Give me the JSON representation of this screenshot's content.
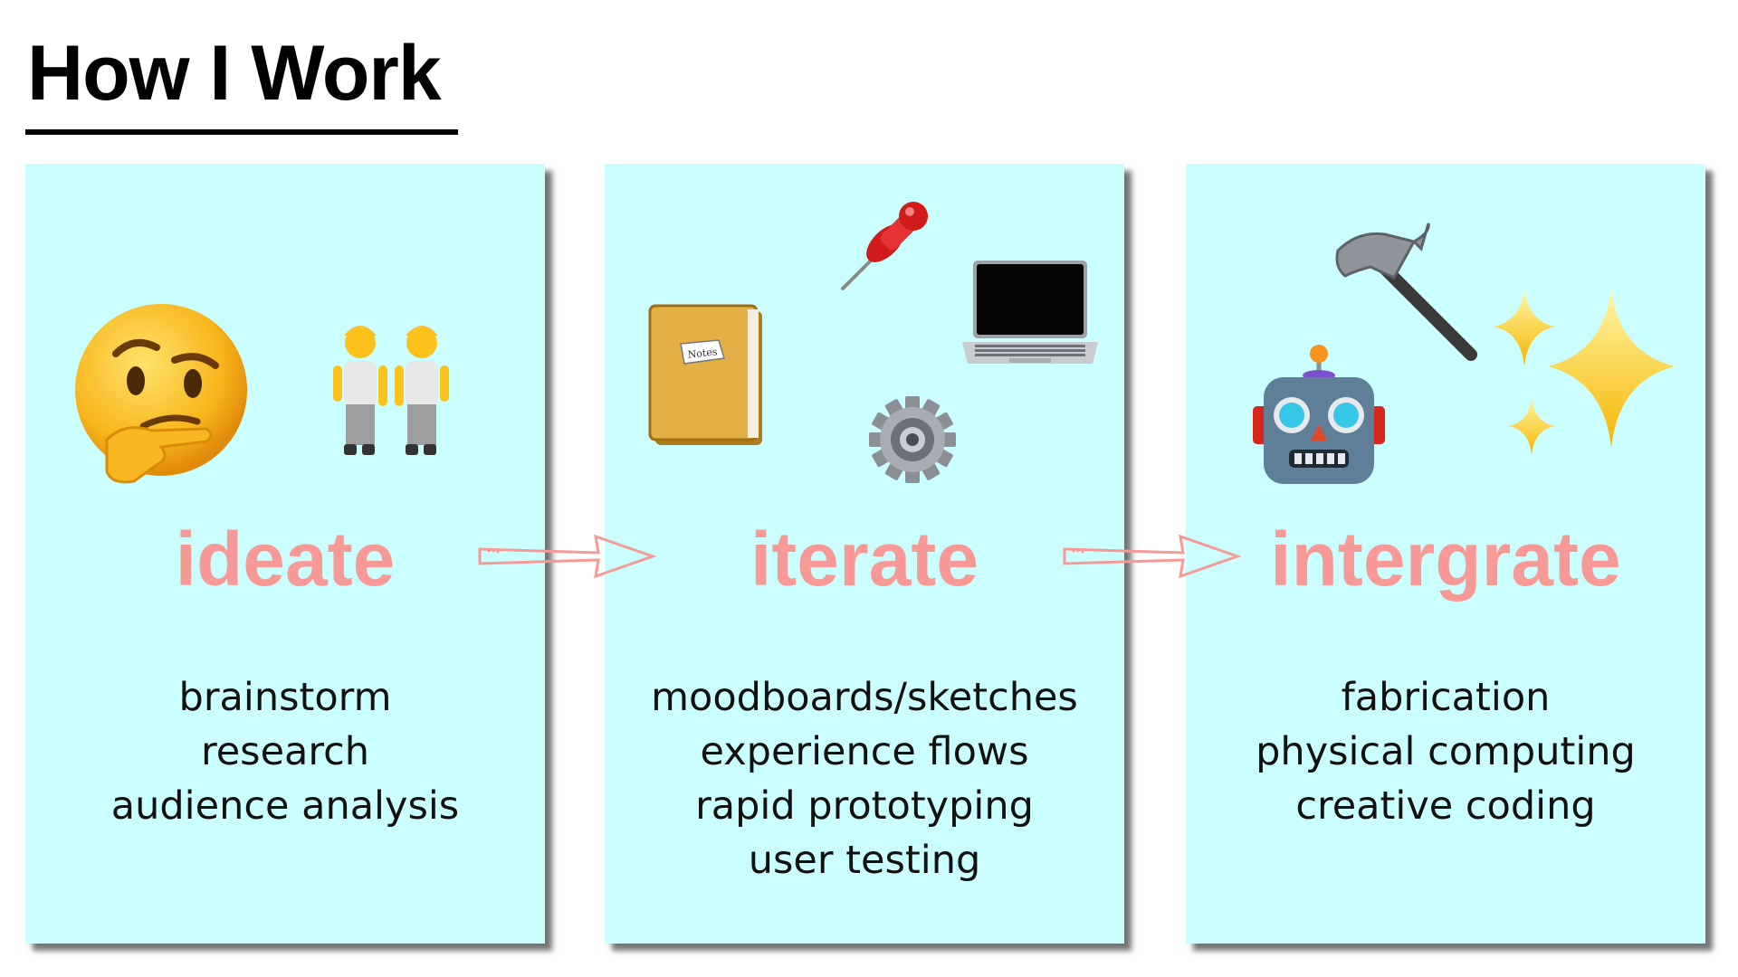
{
  "page": {
    "title": "How I Work"
  },
  "stages": [
    {
      "label": "ideate",
      "items": [
        "brainstorm",
        "research",
        "audience analysis"
      ],
      "icons": [
        "thinking-face-icon",
        "people-holding-hands-icon"
      ]
    },
    {
      "label": "iterate",
      "items": [
        "moodboards/sketches",
        "experience flows",
        "rapid prototyping",
        "user testing"
      ],
      "icons": [
        "pushpin-icon",
        "notebook-icon",
        "laptop-icon",
        "gear-icon"
      ],
      "notebook_label": "Notes"
    },
    {
      "label": "intergrate",
      "items": [
        "fabrication",
        "physical computing",
        "creative coding"
      ],
      "icons": [
        "hammer-icon",
        "robot-icon",
        "sparkles-icon"
      ]
    }
  ],
  "colors": {
    "card": "#cbffff",
    "label": "#f79a96",
    "arrow": "#f79a96"
  }
}
